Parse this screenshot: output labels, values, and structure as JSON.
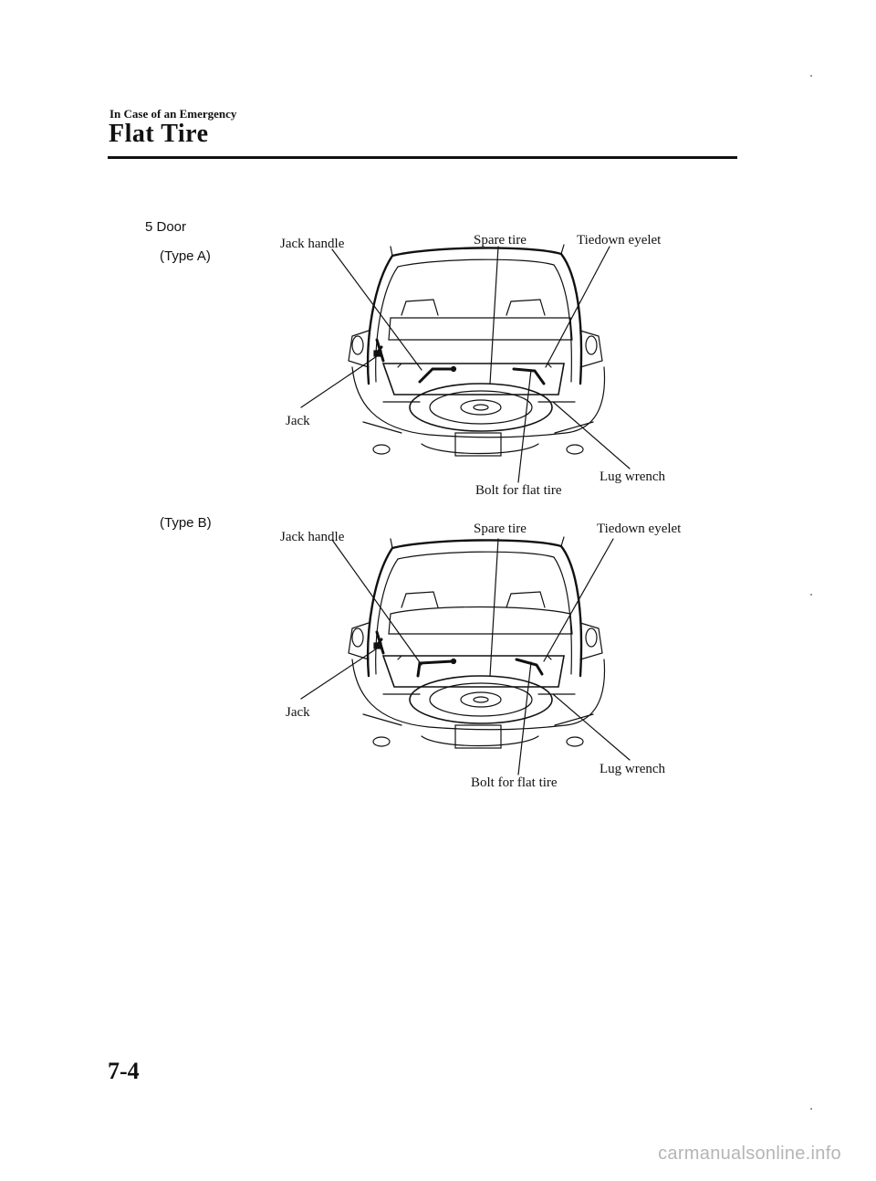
{
  "header": {
    "section": "In Case of an Emergency",
    "title": "Flat Tire"
  },
  "body_variant": "5 Door",
  "diagrams": [
    {
      "type": "(Type A)",
      "labels": {
        "jack_handle": "Jack handle",
        "spare_tire": "Spare tire",
        "tiedown_eyelet": "Tiedown eyelet",
        "jack": "Jack",
        "lug_wrench": "Lug wrench",
        "bolt": "Bolt for flat tire"
      }
    },
    {
      "type": "(Type B)",
      "labels": {
        "jack_handle": "Jack handle",
        "spare_tire": "Spare tire",
        "tiedown_eyelet": "Tiedown eyelet",
        "jack": "Jack",
        "lug_wrench": "Lug wrench",
        "bolt": "Bolt for flat tire"
      }
    }
  ],
  "footer": {
    "page_number": "7-4",
    "watermark": "carmanualsonline.info"
  }
}
